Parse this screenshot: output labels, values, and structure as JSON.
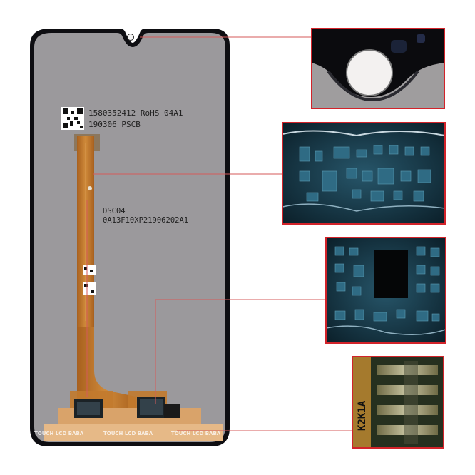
{
  "panel": {
    "label_line_1": "1580352412 RoHS 04A1",
    "label_line_2": "190306 PSCB",
    "flex_code_1": "DSC04",
    "flex_code_2": "0A13F10XP21906202A1"
  },
  "watermark": {
    "text_1": "TOUCH LCD BABA",
    "text_2": "TOUCH LCD BABA",
    "text_3": "TOUCH LCD BABA"
  },
  "zoom_4": {
    "marking": "K2K1A"
  },
  "colors": {
    "bezel": "#0e0e12",
    "screen": "#9b999c",
    "flex": "#c47a2c",
    "callout_border": "#d2232a",
    "callout_line": "#d45a5a",
    "pcb": "#0d2a36"
  }
}
